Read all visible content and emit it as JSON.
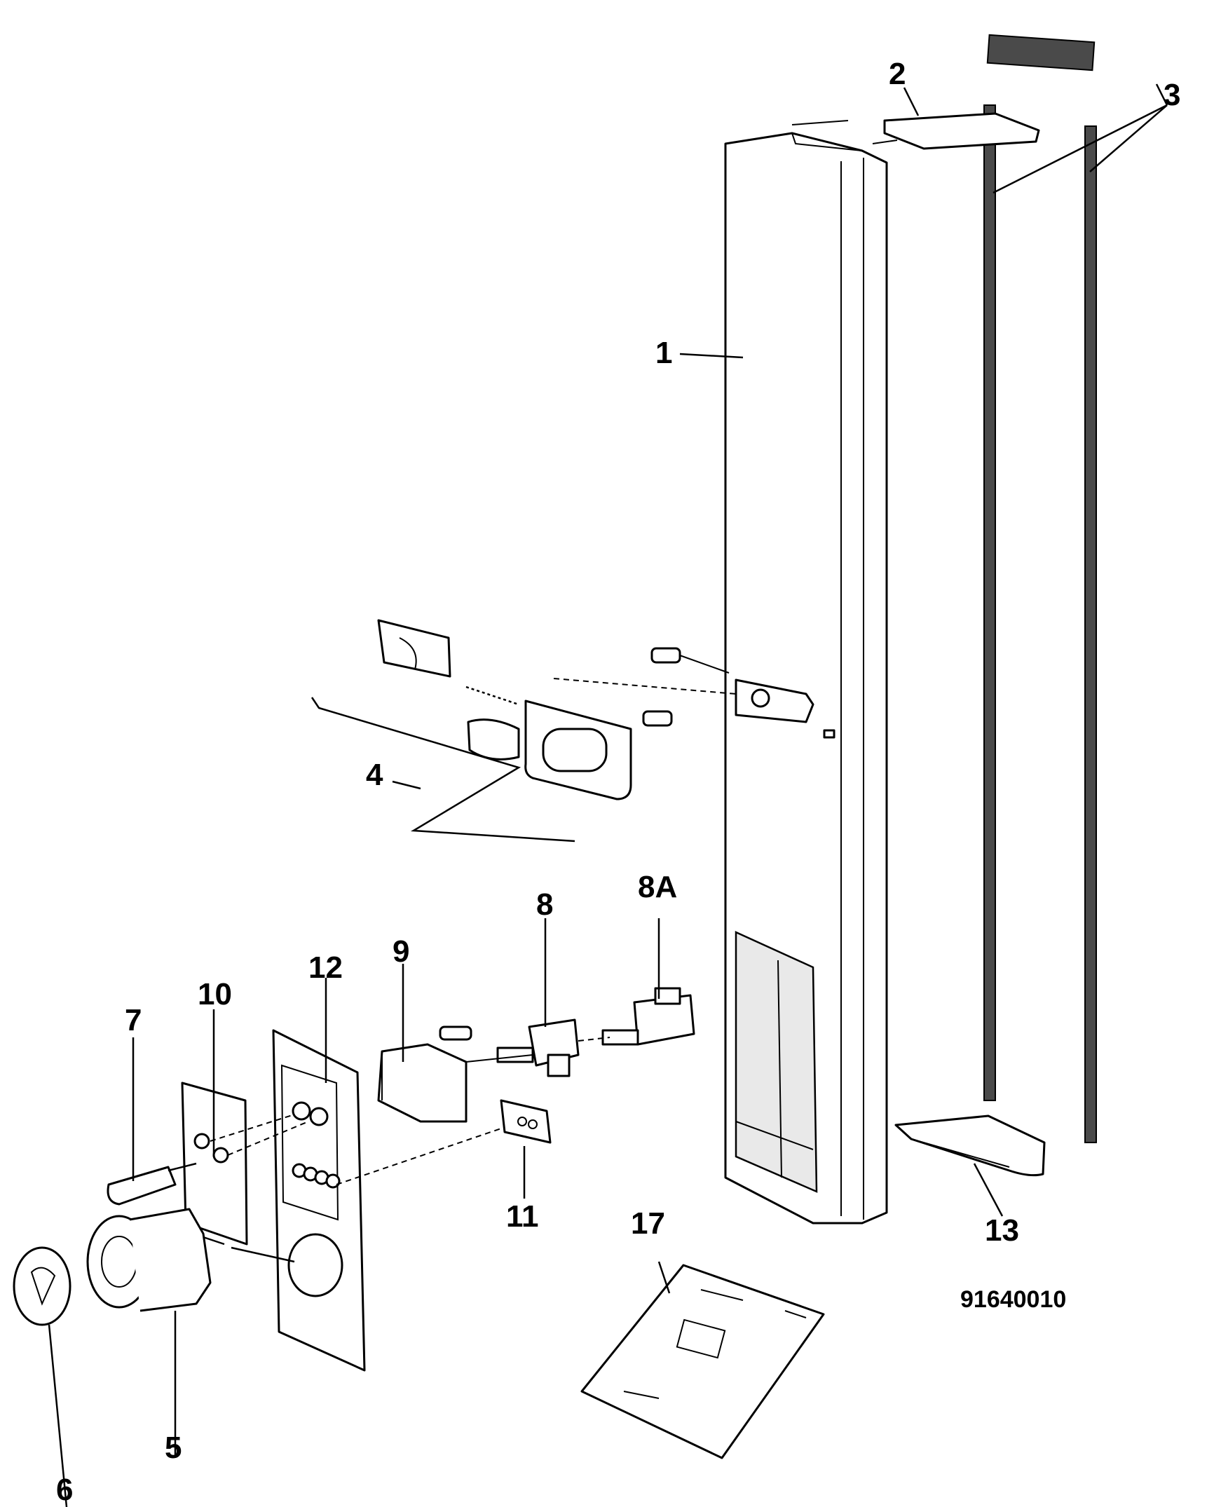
{
  "diagram": {
    "drawing_number": "91640010",
    "callouts": {
      "c1": "1",
      "c2": "2",
      "c3": "3",
      "c4": "4",
      "c5": "5",
      "c6": "6",
      "c7": "7",
      "c8": "8",
      "c8a": "8A",
      "c9": "9",
      "c10": "10",
      "c11": "11",
      "c12": "12",
      "c13": "13",
      "c17": "17"
    }
  }
}
